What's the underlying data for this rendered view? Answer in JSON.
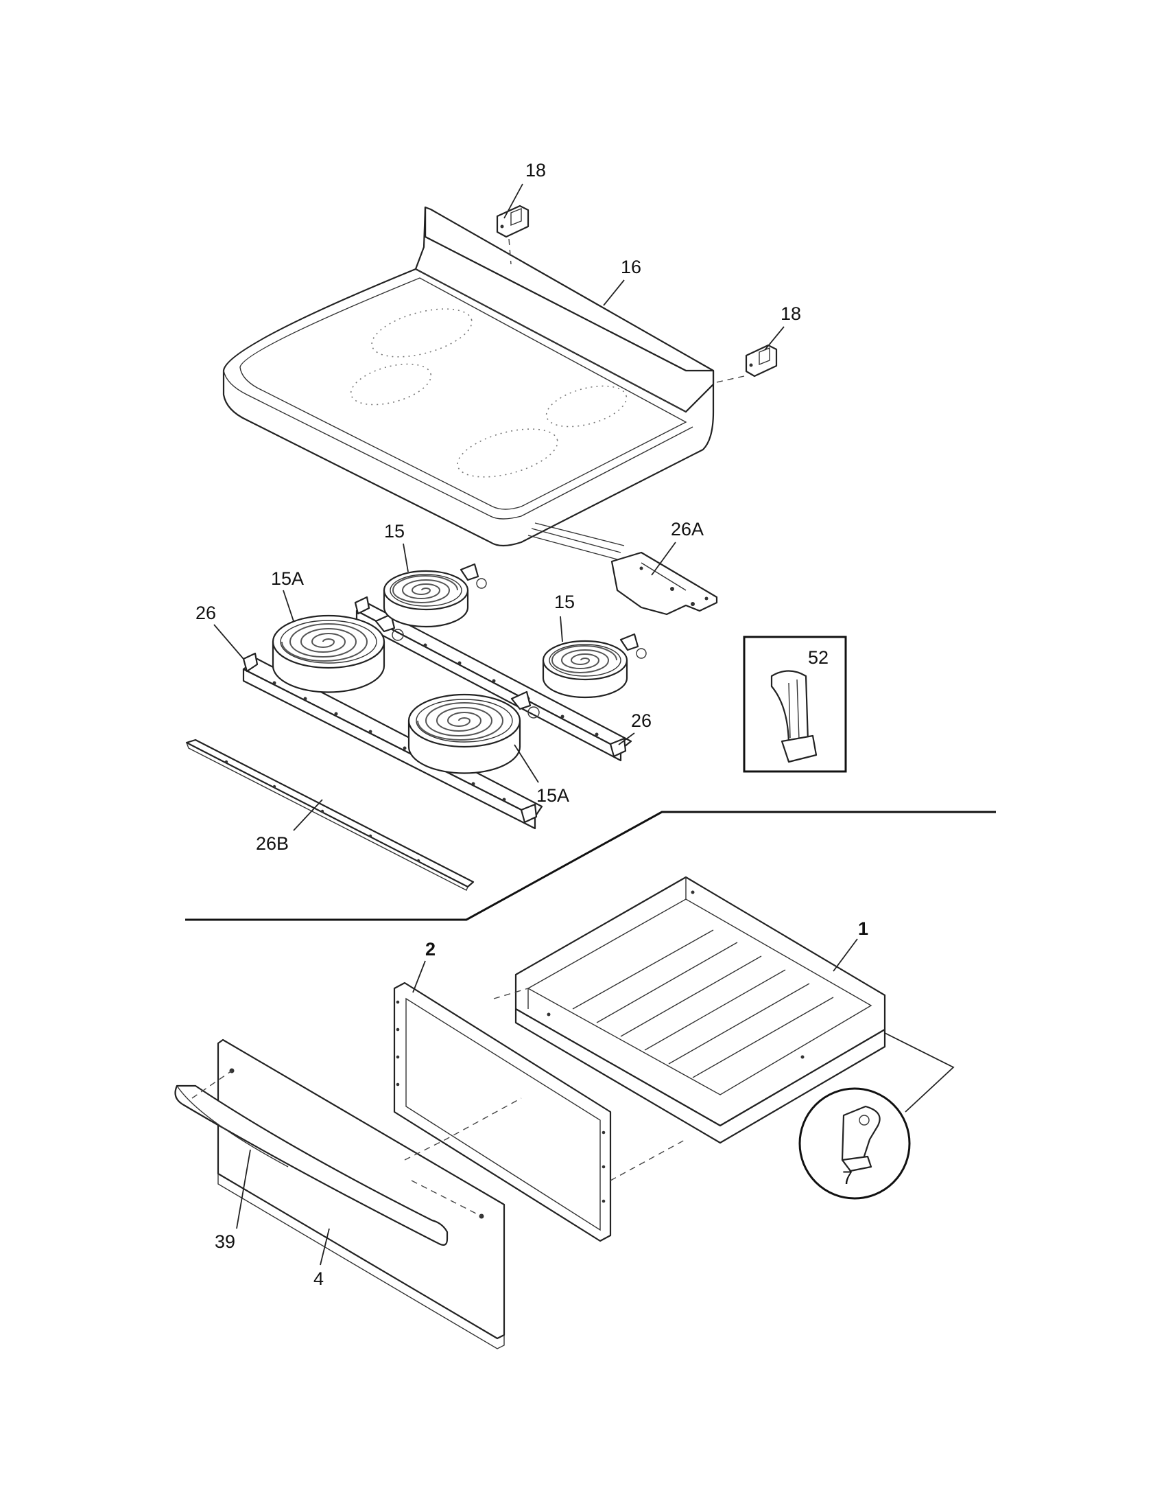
{
  "callouts": {
    "c18a": "18",
    "c16": "16",
    "c18b": "18",
    "c26a": "26A",
    "c15a": "15",
    "c15b": "15",
    "c15aa": "15A",
    "c15ab": "15A",
    "c26a1": "26",
    "c26a2": "26",
    "c26b": "26B",
    "c52": "52",
    "c1": "1",
    "c2": "2",
    "c7": "7",
    "c39": "39",
    "c4": "4"
  }
}
